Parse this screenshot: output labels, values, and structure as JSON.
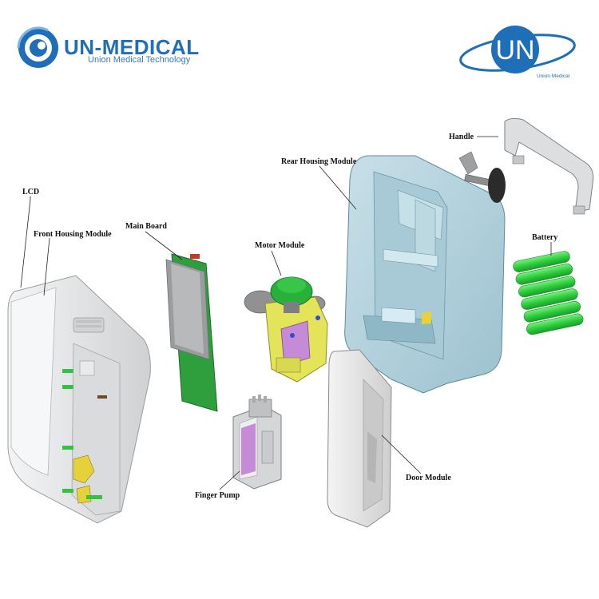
{
  "brand_left": {
    "title": "UN-MEDICAL",
    "subtitle": "Union Medical Technology",
    "color": "#1f6fb8"
  },
  "brand_right": {
    "mark": "UN",
    "subtitle": "Union Medical",
    "color": "#1f6fb8"
  },
  "labels": {
    "lcd": "LCD",
    "front_housing": "Front Housing Module",
    "main_board": "Main Board",
    "motor": "Motor Module",
    "rear_housing": "Rear Housing Module",
    "handle": "Handle",
    "battery": "Battery",
    "finger_pump": "Finger Pump",
    "door": "Door Module"
  },
  "colors": {
    "housing_gray": "#e6e7e8",
    "rear_blue": "#b9d6e0",
    "board_green": "#2f9e3d",
    "battery_green": "#39d04a",
    "motor_yellow": "#e4e45a",
    "motor_gear_green": "#27b13b",
    "pump_violet": "#c58bd6"
  }
}
